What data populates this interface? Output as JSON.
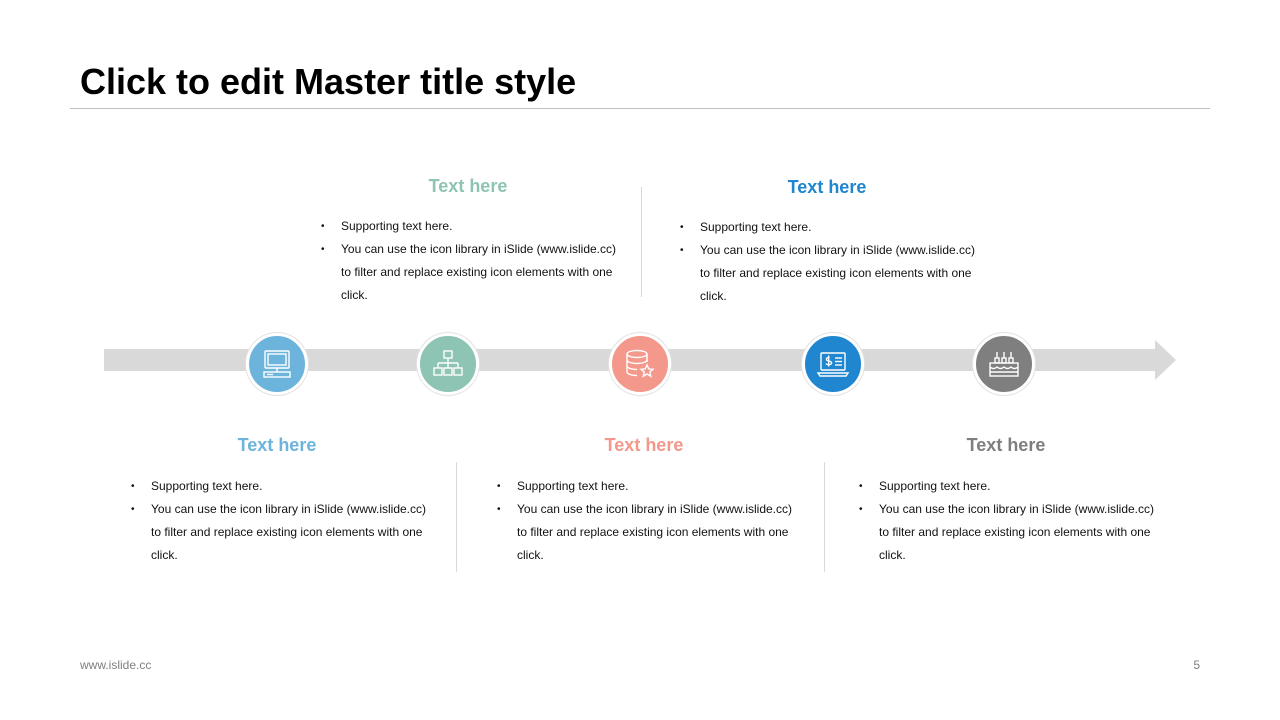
{
  "slide": {
    "title": "Click to edit Master title style",
    "footer_url": "www.islide.cc",
    "page_number": "5"
  },
  "colors": {
    "c1": "#6cb4dc",
    "c2": "#8dc4b4",
    "c3": "#f4988b",
    "c4": "#1f86cf",
    "c5": "#7f7f7f",
    "track": "#d9d9d9"
  },
  "items": [
    {
      "heading": "Text here",
      "icon": "monitor-icon",
      "bullets": [
        "Supporting text here.",
        "You can use the icon library in iSlide (www.islide.cc) to filter and replace existing icon elements with one click."
      ]
    },
    {
      "heading": "Text here",
      "icon": "network-icon",
      "bullets": [
        "Supporting text here.",
        "You can use the icon library in iSlide (www.islide.cc) to filter and replace existing icon elements with one click."
      ]
    },
    {
      "heading": "Text here",
      "icon": "database-star-icon",
      "bullets": [
        "Supporting text here.",
        "You can use the icon library in iSlide (www.islide.cc) to filter and replace existing icon elements with one click."
      ]
    },
    {
      "heading": "Text here",
      "icon": "laptop-dollar-icon",
      "bullets": [
        "Supporting text here.",
        "You can use the icon library in iSlide (www.islide.cc) to filter and replace existing icon elements with one click."
      ]
    },
    {
      "heading": "Text here",
      "icon": "cake-icon",
      "bullets": [
        "Supporting text here.",
        "You can use the icon library in iSlide (www.islide.cc) to filter and replace existing icon elements with one click."
      ]
    }
  ]
}
